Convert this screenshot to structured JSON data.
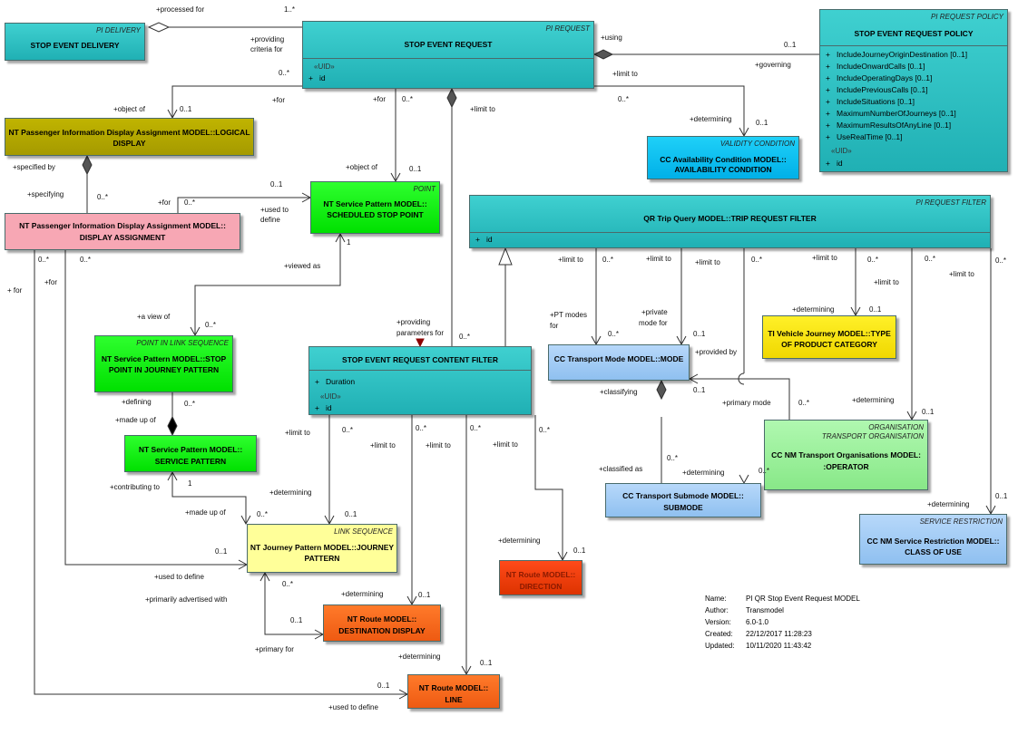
{
  "classes": {
    "stop_event_delivery": {
      "stereotype": "PI DELIVERY",
      "name": "STOP EVENT DELIVERY"
    },
    "stop_event_request": {
      "stereotype": "PI REQUEST",
      "name": "STOP EVENT REQUEST",
      "uid": "«UID»",
      "attrs": [
        "id"
      ]
    },
    "stop_event_request_policy": {
      "stereotype": "PI REQUEST POLICY",
      "name": "STOP EVENT REQUEST POLICY",
      "attrs": [
        "IncludeJourneyOriginDestination [0..1]",
        "IncludeOnwardCalls [0..1]",
        "IncludeOperatingDays [0..1]",
        "IncludePreviousCalls [0..1]",
        "IncludeSituations [0..1]",
        "MaximumNumberOfJourneys [0..1]",
        "MaximumResultsOfAnyLine [0..1]",
        "UseRealTime [0..1]"
      ],
      "uid": "«UID»",
      "uid_attrs": [
        "id"
      ]
    },
    "logical_display": {
      "name_line1": "NT Passenger Information Display Assignment MODEL::LOGICAL",
      "name_line2": "DISPLAY"
    },
    "validity_condition": {
      "stereotype": "VALIDITY CONDITION",
      "name_line1": "CC Availability Condition MODEL::",
      "name_line2": "AVAILABILITY CONDITION"
    },
    "display_assignment": {
      "name_line1": "NT Passenger Information Display Assignment MODEL::",
      "name_line2": "DISPLAY ASSIGNMENT"
    },
    "scheduled_stop_point": {
      "stereotype": "POINT",
      "name_line1": "NT Service Pattern MODEL::",
      "name_line2": "SCHEDULED STOP POINT"
    },
    "trip_request_filter": {
      "stereotype": "PI REQUEST FILTER",
      "name": "QR Trip Query MODEL::TRIP REQUEST FILTER",
      "attrs": [
        "id"
      ]
    },
    "stop_point_in_journey_pattern": {
      "stereotype": "POINT IN LINK SEQUENCE",
      "name_line1": "NT Service Pattern MODEL::STOP",
      "name_line2": "POINT IN JOURNEY PATTERN"
    },
    "content_filter": {
      "name": "STOP EVENT REQUEST CONTENT FILTER",
      "attrs": [
        "Duration"
      ],
      "uid": "«UID»",
      "uid_attrs": [
        "id"
      ]
    },
    "transport_mode": {
      "name": "CC Transport Mode MODEL::MODE"
    },
    "type_of_product_category": {
      "name_line1": "TI Vehicle Journey MODEL::TYPE",
      "name_line2": "OF PRODUCT CATEGORY"
    },
    "service_pattern": {
      "name_line1": "NT Service Pattern MODEL::",
      "name_line2": "SERVICE PATTERN"
    },
    "operator": {
      "stereotype": "ORGANISATION",
      "stereotype2": "TRANSPORT ORGANISATION",
      "name_line1": "CC NM Transport Organisations MODEL:",
      "name_line2": ":OPERATOR"
    },
    "submode": {
      "name_line1": "CC Transport Submode MODEL::",
      "name_line2": "SUBMODE"
    },
    "journey_pattern": {
      "stereotype": "LINK SEQUENCE",
      "name_line1": "NT Journey Pattern MODEL::JOURNEY",
      "name_line2": "PATTERN"
    },
    "class_of_use": {
      "stereotype": "SERVICE RESTRICTION",
      "name_line1": "CC NM Service Restriction MODEL::",
      "name_line2": "CLASS OF USE"
    },
    "direction": {
      "name_line1": "NT Route MODEL::",
      "name_line2": "DIRECTION"
    },
    "destination_display": {
      "name_line1": "NT Route MODEL::",
      "name_line2": "DESTINATION DISPLAY"
    },
    "line": {
      "name_line1": "NT Route MODEL::",
      "name_line2": "LINE"
    }
  },
  "labels": {
    "processed_for": "+processed for",
    "m_1star": "1..*",
    "providing_criteria_for_1": "+providing",
    "providing_criteria_for_2": "criteria for",
    "using": "+using",
    "governing": "+governing",
    "m01_policy": "0..1",
    "limit_to_vc": "+limit to",
    "m0star_vc": "0..*",
    "determining_vc": "+determining",
    "m01_vc": "0..1",
    "m0star_ser": "0..*",
    "for_ld": "+for",
    "object_of_ld": "+object of",
    "m01_ld": "0..1",
    "for_ssp": "+for",
    "m0star_ssp": "0..*",
    "limit_to_cf": "+limit to",
    "object_of_ssp": "+object of",
    "m01_ssp": "0..1",
    "specified_by": "+specified by",
    "specifying": "+specifying",
    "m0star_da": "0..*",
    "for_da": "+for",
    "m0star_da2": "0..*",
    "used_to_define_1": "+used to",
    "used_to_define_2": "define",
    "m01_used": "0..1",
    "m1_viewed": "1",
    "viewed_as": "+viewed as",
    "m0star_a": "0..*",
    "m0star_b": "0..*",
    "for_left": "+ for",
    "for_left2": "+for",
    "a_view_of": "+a view of",
    "m0star_view": "0..*",
    "providing_parameters_1": "+providing",
    "providing_parameters_2": "parameters for",
    "m0star_pp": "0..*",
    "defining": "+defining",
    "m0star_def": "0..*",
    "made_up_of": "+made up of",
    "contributing_to": "+contributing to",
    "m1_contrib": "1",
    "made_up_of2": "+made up of",
    "m0star_mu": "0..*",
    "limit_to_jp": "+limit to",
    "m0star_jp": "0..*",
    "determining_jp": "+determining",
    "m01_jp": "0..1",
    "m01_jp2": "0..1",
    "used_to_define_jp": "+used to define",
    "primarily_adv": "+primarily advertised with",
    "m0star_pa": "0..*",
    "m01_pa": "0..1",
    "primary_for": "+primary for",
    "limit_to_dd": "+limit to",
    "m0star_dd": "0..*",
    "determining_dd": "+determining",
    "m01_dd": "0..1",
    "limit_to_line": "+limit to",
    "m0star_line": "0..*",
    "determining_line": "+determining",
    "m01_line": "0..1",
    "m01_line_left": "0..1",
    "used_to_define_line": "+used to define",
    "limit_to_dir": "+limit to",
    "m0star_dir": "0..*",
    "determining_dir": "+determining",
    "m01_dir": "0..1",
    "limit_to_f1": "+limit to",
    "m0star_f1": "0..*",
    "limit_to_f2": "+limit to",
    "limit_to_f3": "+limit to",
    "m0star_f3": "0..*",
    "limit_to_f4": "+limit to",
    "m0star_f4": "0..*",
    "m0star_f5": "0..*",
    "limit_to_f5": "+limit to",
    "m0star_f6": "0..*",
    "pt_modes_1": "+PT modes",
    "pt_modes_2": "for",
    "m0star_pt": "0..*",
    "private_mode_1": "+private",
    "private_mode_2": "mode for",
    "m01_priv": "0..1",
    "determining_tpc": "+determining",
    "m01_tpc": "0..1",
    "provided_by": "+provided by",
    "classifying": "+classifying",
    "m01_cls": "0..1",
    "primary_mode": "+primary mode",
    "m0star_pm": "0..*",
    "determining_op": "+determining",
    "m01_op": "0..1",
    "classified_as": "+classified as",
    "m0star_ca": "0..*",
    "determining_sub": "+determining",
    "m0star_sub": "0..*",
    "determining_cou": "+determining",
    "m01_cou": "0..1"
  },
  "info": {
    "name_k": "Name:",
    "name_v": "PI QR Stop Event Request MODEL",
    "author_k": "Author:",
    "author_v": "Transmodel",
    "version_k": "Version:",
    "version_v": "6.0-1.0",
    "created_k": "Created:",
    "created_v": "22/12/2017 11:28:23",
    "updated_k": "Updated:",
    "updated_v": "10/11/2020 11:43:42"
  },
  "colors": {
    "teal": "#2cc2c4",
    "cyan": "#11c0f0",
    "olive": "#b3a700",
    "pink": "#f7a7b4",
    "green": "#00f000",
    "blue": "#a8cff6",
    "yellow": "#f8e414",
    "lightgreen": "#9cf09c",
    "lightyellow": "#ffff99",
    "orange": "#f6681e",
    "red": "#ee3e0a"
  }
}
